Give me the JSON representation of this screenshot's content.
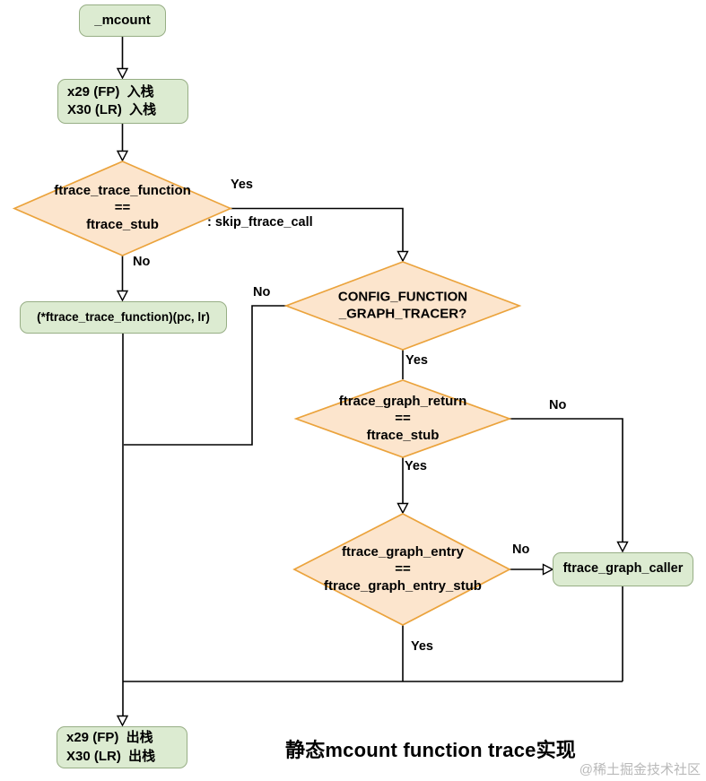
{
  "colors": {
    "green-fill": "#dcebd1",
    "green-stroke": "#97ae85",
    "diamond-fill": "#fce5cd",
    "diamond-stroke": "#eba33c",
    "line": "#000000",
    "text": "#000000",
    "watermark": "#b9b9b9"
  },
  "title": "静态mcount function trace实现",
  "watermark": "@稀土掘金技术社区",
  "nodes": {
    "mcount": {
      "label": "_mcount"
    },
    "push_stack": {
      "line1": "x29 (FP)  入栈",
      "line2": "X30 (LR)  入栈"
    },
    "call_trace_function": {
      "label": "(*ftrace_trace_function)(pc, lr)"
    },
    "graph_caller": {
      "label": "ftrace_graph_caller"
    },
    "pop_stack": {
      "line1": "x29 (FP)  出栈",
      "line2": "X30 (LR)  出栈"
    }
  },
  "decisions": {
    "trace_function": {
      "line1": "ftrace_trace_function",
      "line2": "==",
      "line3": "ftrace_stub"
    },
    "config_graph_tracer": {
      "line1": "CONFIG_FUNCTION",
      "line2": "_GRAPH_TRACER?"
    },
    "graph_return": {
      "line1": "ftrace_graph_return",
      "line2": "==",
      "line3": "ftrace_stub"
    },
    "graph_entry": {
      "line1": "ftrace_graph_entry",
      "line2": "==",
      "line3": "ftrace_graph_entry_stub"
    }
  },
  "edge_labels": {
    "trace_function_yes": "Yes",
    "trace_function_yes_note": ": skip_ftrace_call",
    "trace_function_no": "No",
    "config_no": "No",
    "config_yes": "Yes",
    "graph_return_no": "No",
    "graph_return_yes": "Yes",
    "graph_entry_no": "No",
    "graph_entry_yes": "Yes"
  }
}
